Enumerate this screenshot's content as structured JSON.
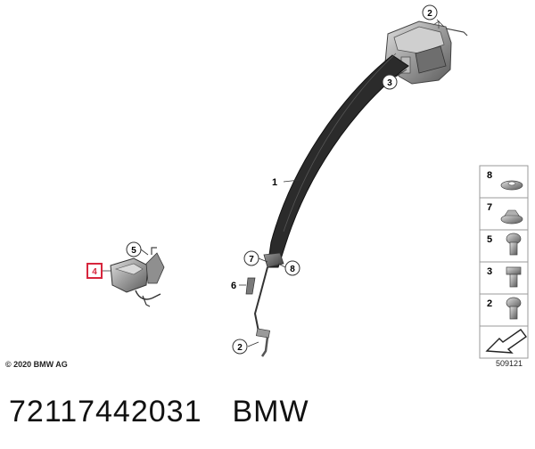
{
  "diagram": {
    "copyright": "© 2020 BMW AG",
    "diagram_number": "509121"
  },
  "callouts": {
    "retractor_top": "2",
    "retractor_screw": "3",
    "belt": "1",
    "tongue_left": "7",
    "tongue_right": "8",
    "small_part": "6",
    "lower_anchor": "2",
    "buckle_bolt": "5",
    "buckle_highlighted": "4"
  },
  "legend": {
    "items": [
      {
        "number": "8",
        "part": "washer-nut"
      },
      {
        "number": "7",
        "part": "flanged-nut"
      },
      {
        "number": "5",
        "part": "button-head-bolt"
      },
      {
        "number": "3",
        "part": "hex-flange-bolt"
      },
      {
        "number": "2",
        "part": "button-head-bolt"
      }
    ]
  },
  "footer": {
    "part_number": "72117442031",
    "brand": "BMW"
  },
  "colors": {
    "highlight": "#d7263d",
    "belt": "#2b2b2b",
    "part_gray": "#8a8a8a",
    "legend_border": "#9a9a9a"
  }
}
